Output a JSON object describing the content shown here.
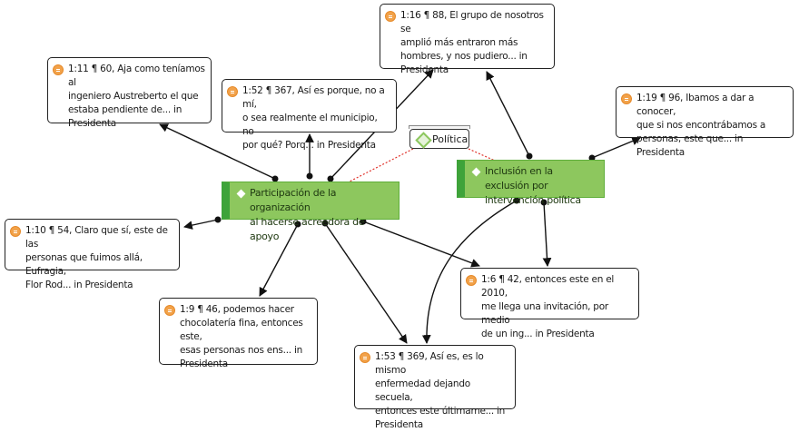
{
  "diagram": {
    "codes": [
      {
        "id": "participacion",
        "label_line1": "Participación de la organización",
        "label_line2": "al hacerse acreedora de apoyo",
        "icon": "code-diamond-icon"
      },
      {
        "id": "inclusion",
        "label_line1": "Inclusión en la  exclusión por",
        "label_line2": "intervención política",
        "icon": "code-diamond-icon"
      }
    ],
    "network": {
      "label": "Política",
      "icon": "network-diamond-icon"
    },
    "quotations": [
      {
        "id": "q1_16",
        "lines": [
          "1:16 ¶ 88, El grupo de nosotros se",
          "amplió más entraron más",
          "hombres, y nos pudiero... in",
          "Presidenta"
        ],
        "icon": "quotation-icon"
      },
      {
        "id": "q1_11",
        "lines": [
          "1:11 ¶ 60, Aja como teníamos al",
          "ingeniero Austreberto el que",
          "estaba pendiente de... in",
          "Presidenta"
        ],
        "icon": "quotation-icon"
      },
      {
        "id": "q1_52",
        "lines": [
          "1:52 ¶ 367, Así es porque, no a mí,",
          "o sea realmente el municipio, no",
          "por qué? Porq... in Presidenta"
        ],
        "icon": "quotation-icon"
      },
      {
        "id": "q1_19",
        "lines": [
          "1:19 ¶ 96, Ibamos a dar a conocer,",
          "que si nos encontrábamos a",
          "personas, este que... in Presidenta"
        ],
        "icon": "quotation-icon"
      },
      {
        "id": "q1_10",
        "lines": [
          "1:10 ¶ 54, Claro que sí, este de las",
          "personas que fuimos allá, Eufragia,",
          "Flor Rod... in Presidenta"
        ],
        "icon": "quotation-icon"
      },
      {
        "id": "q1_6",
        "lines": [
          "1:6 ¶ 42, entonces este en el 2010,",
          "me llega una invitación, por medio",
          "de un ing... in Presidenta"
        ],
        "icon": "quotation-icon"
      },
      {
        "id": "q1_9",
        "lines": [
          "1:9 ¶ 46, podemos hacer",
          "chocolatería fina, entonces este,",
          "esas personas nos ens... in",
          "Presidenta"
        ],
        "icon": "quotation-icon"
      },
      {
        "id": "q1_53",
        "lines": [
          "1:53 ¶ 369, Así es, es lo mismo",
          "enfermedad dejando secuela,",
          "entonces este últimame... in",
          "Presidenta"
        ],
        "icon": "quotation-icon"
      }
    ],
    "links": [
      {
        "from": "participacion",
        "to": "q1_11",
        "style": "arrow"
      },
      {
        "from": "participacion",
        "to": "q1_52",
        "style": "arrow"
      },
      {
        "from": "participacion",
        "to": "q1_16",
        "style": "arrow"
      },
      {
        "from": "participacion",
        "to": "q1_10",
        "style": "arrow"
      },
      {
        "from": "participacion",
        "to": "q1_9",
        "style": "arrow"
      },
      {
        "from": "participacion",
        "to": "q1_53",
        "style": "arrow"
      },
      {
        "from": "participacion",
        "to": "q1_6",
        "style": "arrow"
      },
      {
        "from": "inclusion",
        "to": "q1_16",
        "style": "arrow"
      },
      {
        "from": "inclusion",
        "to": "q1_19",
        "style": "arrow"
      },
      {
        "from": "inclusion",
        "to": "q1_6",
        "style": "arrow"
      },
      {
        "from": "inclusion",
        "to": "q1_53",
        "style": "arrow"
      },
      {
        "from": "network",
        "to": "participacion",
        "style": "dotted"
      },
      {
        "from": "network",
        "to": "inclusion",
        "style": "dotted"
      }
    ],
    "colors": {
      "code_fill": "#8dc75e",
      "code_accent": "#3ea33a",
      "quotation_icon": "#f2a24a",
      "dotted_link": "#e0322b",
      "link": "#111111"
    }
  }
}
